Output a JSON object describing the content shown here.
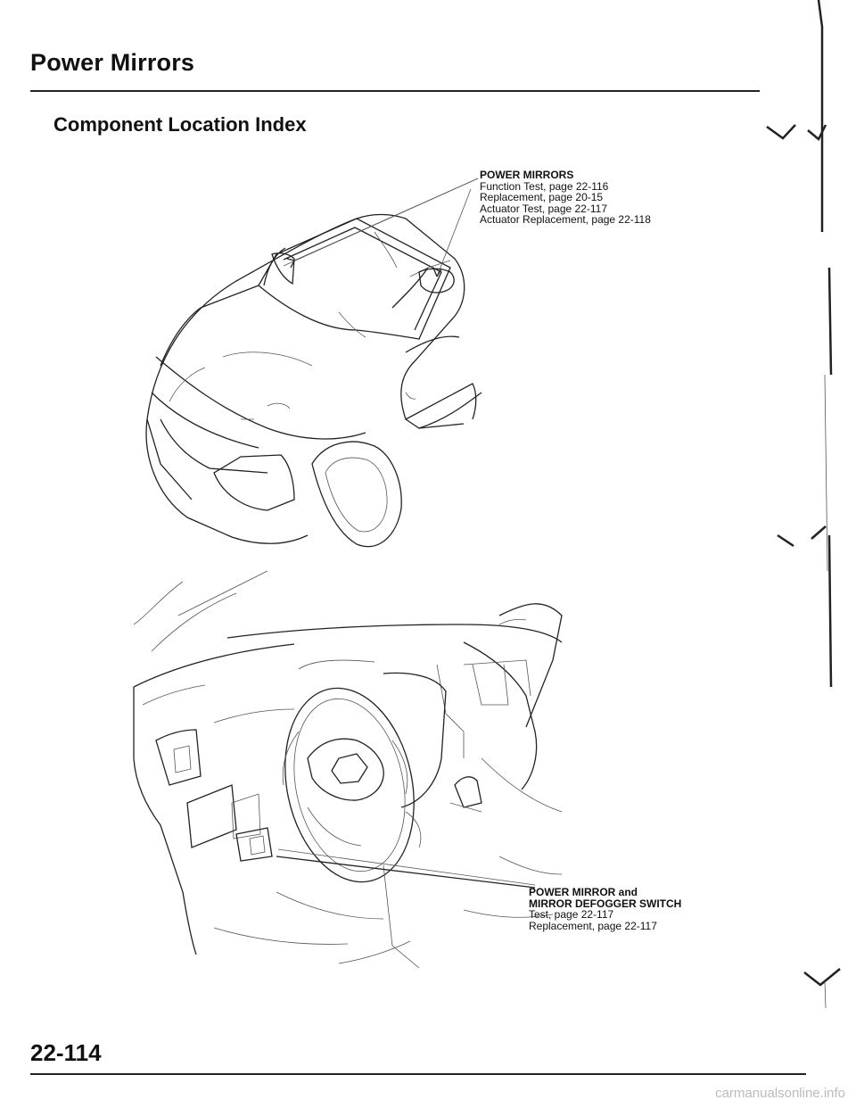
{
  "header": {
    "title": "Power Mirrors",
    "section": "Component Location Index"
  },
  "callouts": {
    "mirrors": {
      "name": "POWER MIRRORS",
      "lines": [
        "Function Test, page 22-116",
        "Replacement, page 20-15",
        "Actuator Test, page 22-117",
        "Actuator Replacement, page 22-118"
      ]
    },
    "switch": {
      "name_line1": "POWER MIRROR and",
      "name_line2": "MIRROR DEFOGGER SWITCH",
      "lines": [
        "Test, page 22-117",
        "Replacement, page 22-117"
      ]
    }
  },
  "footer": {
    "page_number": "22-114",
    "watermark": "carmanualsonline.info"
  },
  "illustrations": {
    "car": "car-exterior-front-three-quarter-illustration",
    "dash": "dashboard-interior-illustration"
  }
}
